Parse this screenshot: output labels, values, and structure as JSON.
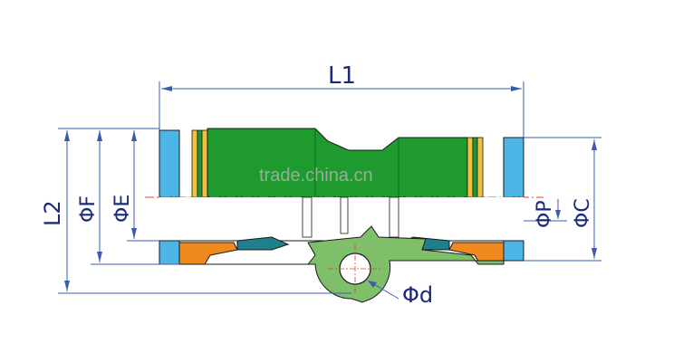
{
  "labels": {
    "l1": "L1",
    "l2": "L2",
    "phi_f": "ΦF",
    "phi_e": "ΦE",
    "phi_p": "ΦP",
    "phi_c": "ΦC",
    "phi_d": "Φd"
  },
  "watermark": "trade.china.cn",
  "colors": {
    "body_green": "#1f9a2f",
    "cap_blue": "#4db6e6",
    "ring_orange": "#f08a1c",
    "dim_line": "#3b5bb0",
    "outline": "#1a1a1a"
  }
}
